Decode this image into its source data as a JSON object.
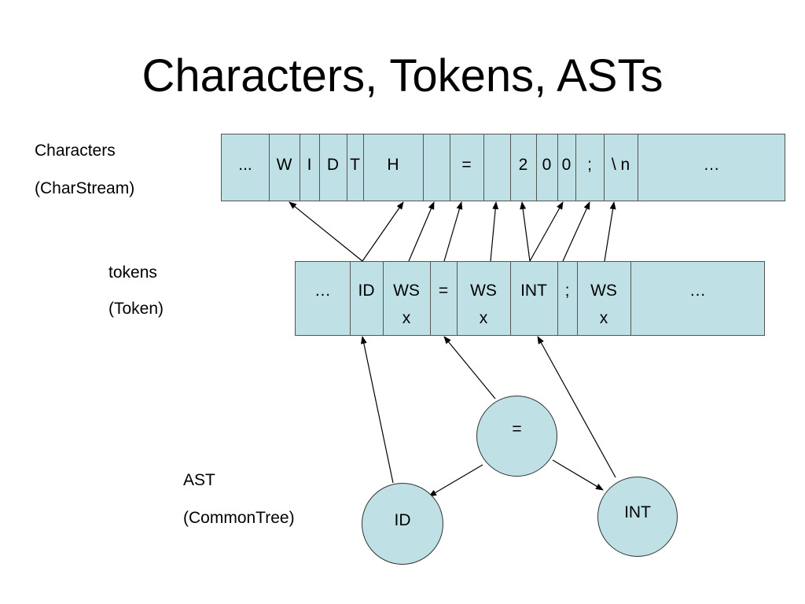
{
  "title": "Characters, Tokens, ASTs",
  "labels": {
    "characters": "Characters",
    "charstream": "(CharStream)",
    "tokens": "tokens",
    "token_class": "(Token)",
    "ast": "AST",
    "commontree": "(CommonTree)"
  },
  "characters": [
    "...",
    "W",
    "I",
    "D",
    "T",
    "H",
    "",
    "=",
    "",
    "2",
    "0",
    "0",
    ";",
    "\\ n",
    "…"
  ],
  "tokens": [
    {
      "type": "…",
      "text": ""
    },
    {
      "type": "ID",
      "text": ""
    },
    {
      "type": "WS",
      "text": "x"
    },
    {
      "type": "=",
      "text": ""
    },
    {
      "type": "WS",
      "text": "x"
    },
    {
      "type": "INT",
      "text": ""
    },
    {
      "type": ";",
      "text": ""
    },
    {
      "type": "WS",
      "text": "x"
    },
    {
      "type": "…",
      "text": ""
    }
  ],
  "ast_nodes": {
    "root": "=",
    "left": "ID",
    "right": "INT"
  },
  "colors": {
    "fill": "#bfe0e5",
    "stroke": "#555555"
  }
}
